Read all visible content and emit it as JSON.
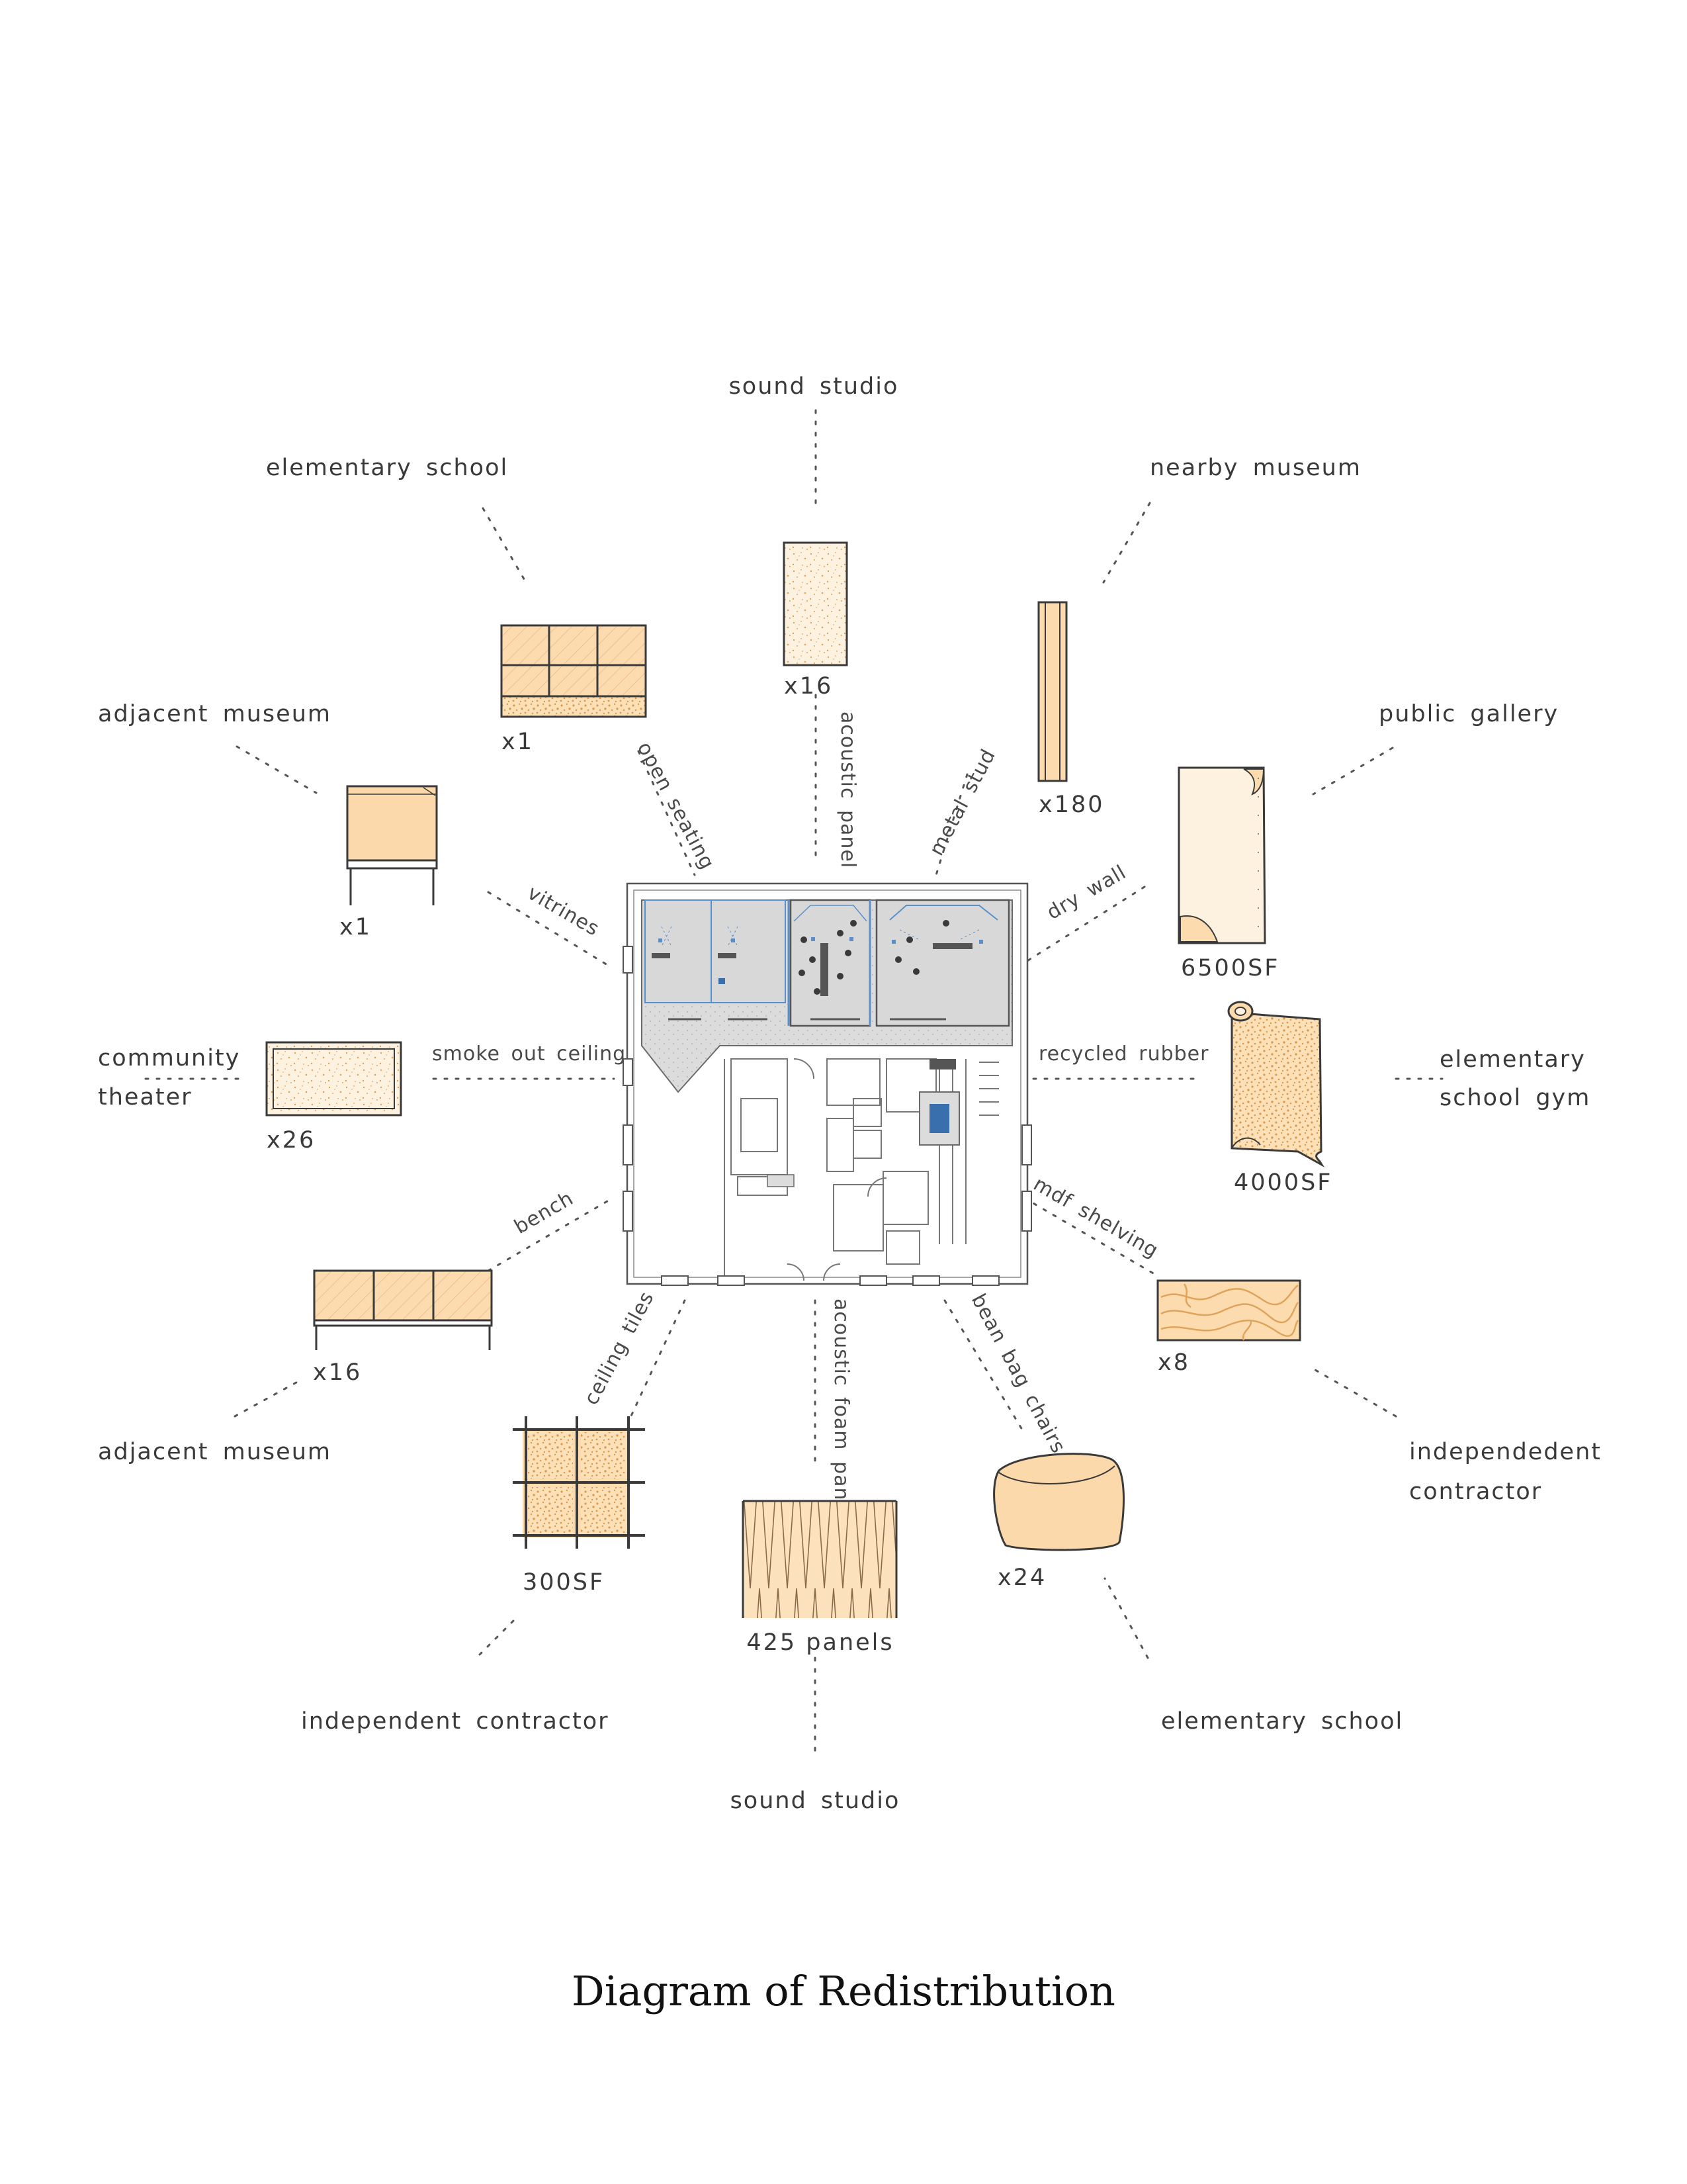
{
  "title": "Diagram of Redistribution",
  "colors": {
    "material_fill": "#fcdcaf",
    "material_light": "#fdf1e0",
    "speckle": "#e0a35c",
    "gallery_gray": "#dcdcdc",
    "accent_blue": "#5b8fc9",
    "outline": "#3a3a3a"
  },
  "destinations": {
    "sound_studio_top": "sound studio",
    "elementary_school_top": "elementary school",
    "nearby_museum": "nearby museum",
    "adjacent_museum_top": "adjacent museum",
    "public_gallery": "public gallery",
    "community_theater_1": "community",
    "community_theater_2": "theater",
    "elementary_school_gym_1": "elementary",
    "elementary_school_gym_2": "school gym",
    "adjacent_museum_bottom": "adjacent museum",
    "independent_contractor_right_1": "independedent",
    "independent_contractor_right_2": "contractor",
    "independent_contractor_bottom": "independent contractor",
    "elementary_school_bottom": "elementary school",
    "sound_studio_bottom": "sound studio"
  },
  "elements": {
    "open_seating": "open seating",
    "acoustic_panel": "acoustic panel",
    "metal_stud": "metal stud",
    "vitrines": "vitrines",
    "dry_wall": "dry wall",
    "smoke_out_ceiling": "smoke out ceiling",
    "recycled_rubber": "recycled rubber",
    "bench": "bench",
    "mdf_shelving": "mdf shelving",
    "ceiling_tiles": "ceiling tiles",
    "acoustic_foam_panel": "acoustic foam panel",
    "bean_bag_chairs": "bean bag chairs"
  },
  "quantities": {
    "open_seating": "x1",
    "acoustic_panel": "x16",
    "metal_stud": "x180",
    "vitrines": "x1",
    "dry_wall": "6500SF",
    "smoke_out_ceiling": "x26",
    "recycled_rubber": "4000SF",
    "bench": "x16",
    "mdf_shelving": "x8",
    "ceiling_tiles": "300SF",
    "acoustic_foam_panel": "425 panels",
    "bean_bag_chairs": "x24"
  }
}
